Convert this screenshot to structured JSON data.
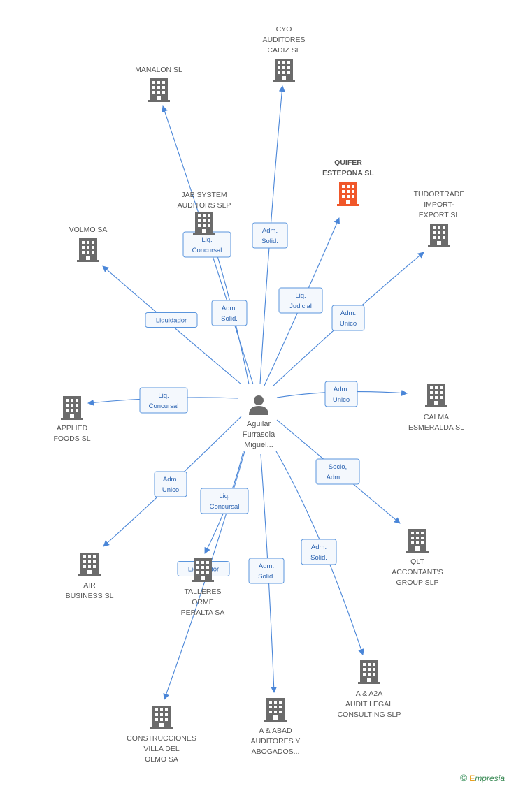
{
  "center": {
    "lines": [
      "Aguilar",
      "Furrasola",
      "Miguel..."
    ],
    "icon": "person-icon"
  },
  "companies": [
    {
      "id": "cyo",
      "lines": [
        "CYO",
        "AUDITORES",
        "CADIZ SL"
      ],
      "highlight": false
    },
    {
      "id": "manalon",
      "lines": [
        "MANALON SL"
      ],
      "highlight": false
    },
    {
      "id": "quifer",
      "lines": [
        "QUIFER",
        "ESTEPONA SL"
      ],
      "highlight": true
    },
    {
      "id": "jab",
      "lines": [
        "JAB SYSTEM",
        "AUDITORS SLP"
      ],
      "highlight": false
    },
    {
      "id": "tudortrade",
      "lines": [
        "TUDORTRADE",
        "IMPORT-",
        "EXPORT SL"
      ],
      "highlight": false
    },
    {
      "id": "volmo",
      "lines": [
        "VOLMO SA"
      ],
      "highlight": false
    },
    {
      "id": "applied",
      "lines": [
        "APPLIED",
        "FOODS SL"
      ],
      "highlight": false
    },
    {
      "id": "calma",
      "lines": [
        "CALMA",
        "ESMERALDA SL"
      ],
      "highlight": false
    },
    {
      "id": "air",
      "lines": [
        "AIR",
        "BUSINESS SL"
      ],
      "highlight": false
    },
    {
      "id": "talleres",
      "lines": [
        "TALLERES",
        "ORME",
        "PERALTA SA"
      ],
      "highlight": false
    },
    {
      "id": "qlt",
      "lines": [
        "QLT",
        "ACCONTANT'S",
        "GROUP SLP"
      ],
      "highlight": false
    },
    {
      "id": "a2a",
      "lines": [
        "A & A2A",
        "AUDIT LEGAL",
        "CONSULTING SLP"
      ],
      "highlight": false
    },
    {
      "id": "abad",
      "lines": [
        "A & ABAD",
        "AUDITORES Y",
        "ABOGADOS..."
      ],
      "highlight": false
    },
    {
      "id": "construcciones",
      "lines": [
        "CONSTRUCCIONES",
        "VILLA DEL",
        "OLMO SA"
      ],
      "highlight": false
    }
  ],
  "relations": [
    {
      "to": "cyo",
      "role": [
        "Adm.",
        "Solid."
      ]
    },
    {
      "to": "manalon",
      "role": [
        "Adm.",
        "Solid."
      ]
    },
    {
      "to": "jab",
      "role": [
        "Liq.",
        "Concursal"
      ]
    },
    {
      "to": "quifer",
      "role": [
        "Liq.",
        "Judicial"
      ]
    },
    {
      "to": "tudortrade",
      "role": [
        "Adm.",
        "Unico"
      ]
    },
    {
      "to": "volmo",
      "role": [
        "Liquidador"
      ]
    },
    {
      "to": "applied",
      "role": [
        "Liq.",
        "Concursal"
      ]
    },
    {
      "to": "calma",
      "role": [
        "Adm.",
        "Unico"
      ]
    },
    {
      "to": "air",
      "role": [
        "Adm.",
        "Unico"
      ]
    },
    {
      "to": "talleres",
      "role": [
        "Liq.",
        "Concursal"
      ]
    },
    {
      "to": "construcciones",
      "role": [
        "Liquidador"
      ]
    },
    {
      "to": "abad",
      "role": [
        "Adm.",
        "Solid."
      ]
    },
    {
      "to": "a2a",
      "role": [
        "Adm.",
        "Solid."
      ]
    },
    {
      "to": "qlt",
      "role": [
        "Socio,",
        "Adm. ..."
      ]
    }
  ],
  "colors": {
    "edge": "#4a86d8",
    "building": "#6b6b6b",
    "building_highlight": "#f0572a",
    "person": "#6b6b6b"
  },
  "footer": {
    "copyright": "©",
    "brand_initial": "E",
    "brand_rest": "mpresia"
  }
}
